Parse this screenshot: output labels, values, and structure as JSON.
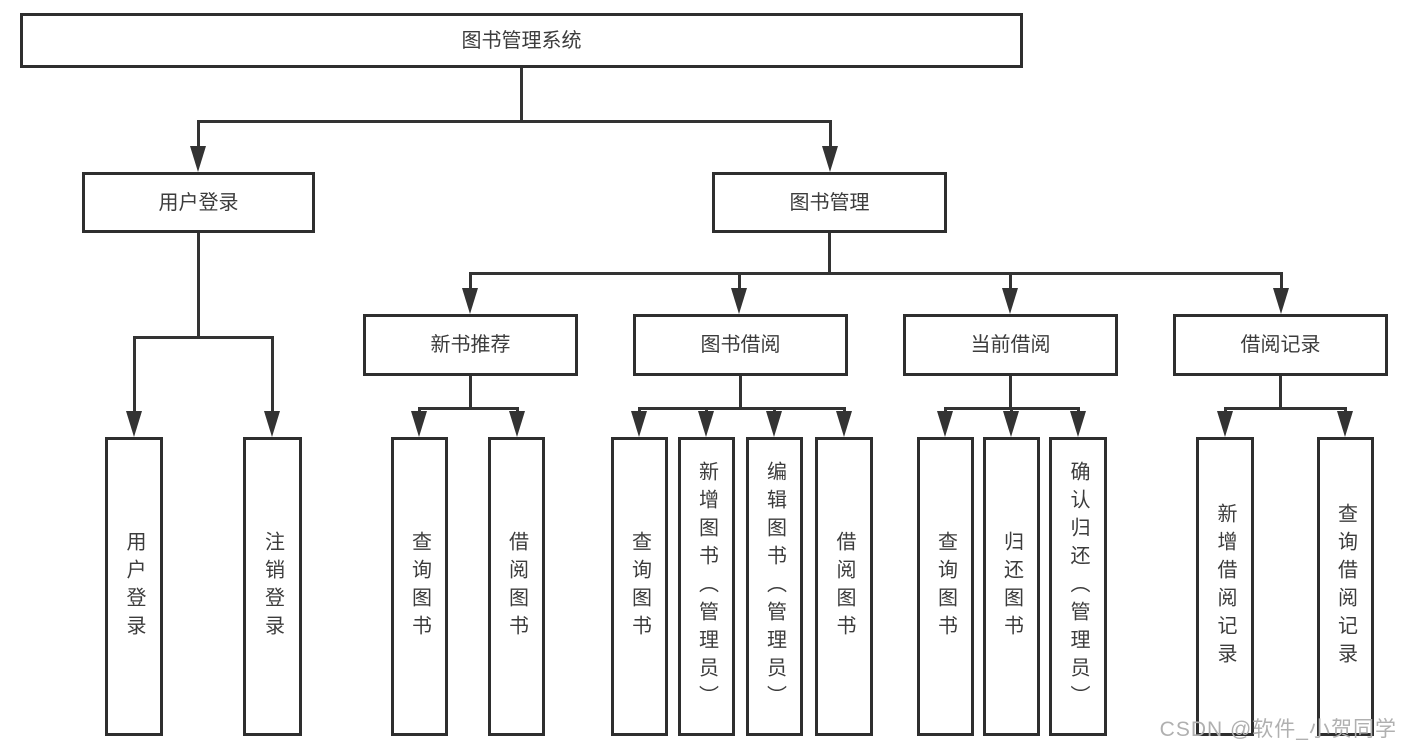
{
  "diagram": {
    "root": {
      "label": "图书管理系统"
    },
    "level2": [
      {
        "label": "用户登录"
      },
      {
        "label": "图书管理"
      }
    ],
    "level3": [
      {
        "label": "新书推荐"
      },
      {
        "label": "图书借阅"
      },
      {
        "label": "当前借阅"
      },
      {
        "label": "借阅记录"
      }
    ],
    "leaves": {
      "user_login": [
        "用户登录",
        "注销登录"
      ],
      "new_book_rec": [
        "查询图书",
        "借阅图书"
      ],
      "book_borrow": [
        "查询图书",
        "新增图书（管理员）",
        "编辑图书（管理员）",
        "借阅图书"
      ],
      "current_borrow": [
        "查询图书",
        "归还图书",
        "确认归还（管理员）"
      ],
      "borrow_records": [
        "新增借阅记录",
        "查询借阅记录"
      ]
    },
    "watermark": "CSDN @软件_小贺同学",
    "colors": {
      "line": "#333333",
      "border": "#2e2e2e",
      "text": "#3c3c3c",
      "watermark": "#b0b0b0",
      "background": "#ffffff"
    }
  }
}
